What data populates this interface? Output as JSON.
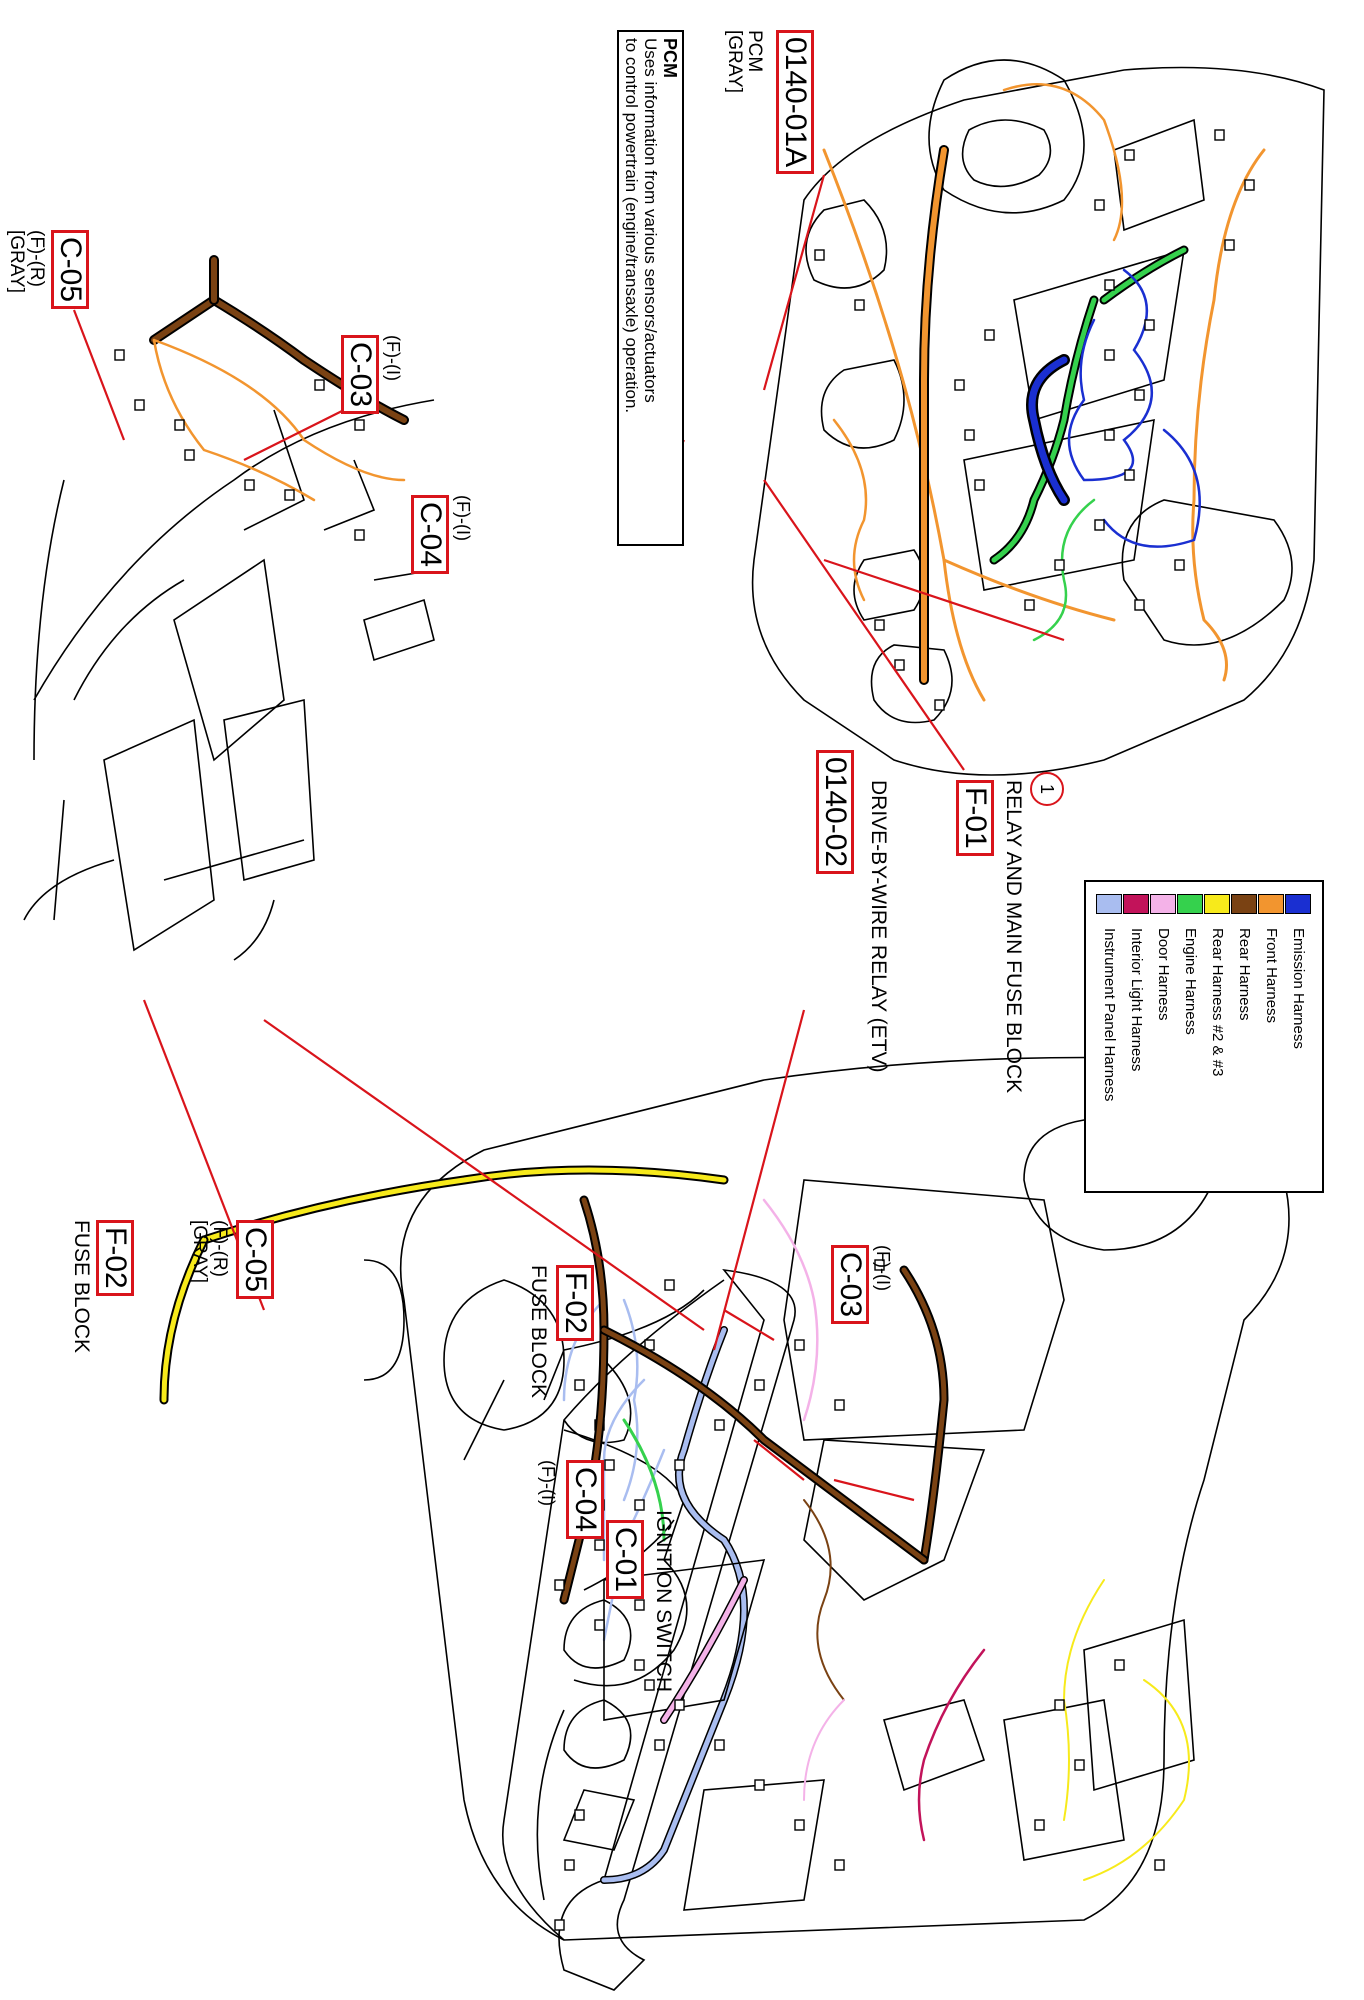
{
  "connectors": {
    "pcm_main": {
      "code": "0140-01A",
      "lines": [
        "PCM",
        "[GRAY]"
      ]
    },
    "pcm_note": {
      "title": "PCM",
      "text_1": "Uses information from various sensors/actuators",
      "text_2": "to control powertrain (engine/transaxle) operation."
    },
    "c03_top": {
      "code": "C-03",
      "suffix": "(F)-(I)"
    },
    "c04_top": {
      "code": "C-04",
      "suffix": "(F)-(I)"
    },
    "c05_top": {
      "code": "C-05",
      "lines": [
        "(F)-(R)",
        "[GRAY]"
      ]
    },
    "f01": {
      "code": "F-01",
      "desc": "RELAY AND MAIN FUSE BLOCK"
    },
    "etv": {
      "code": "0140-02",
      "desc": "DRIVE-BY-WIRE RELAY (ETV)"
    },
    "callout": {
      "number": "1"
    },
    "c05_bottom": {
      "code": "C-05",
      "lines": [
        "(F)-(R)",
        "[GRAY]"
      ]
    },
    "f02_bottom": {
      "code": "F-02",
      "desc": "FUSE BLOCK"
    },
    "c03_panel": {
      "code": "C-03",
      "suffix": "(F)-(I)"
    },
    "f02_panel": {
      "code": "F-02",
      "desc": "FUSE BLOCK"
    },
    "c04_panel": {
      "code": "C-04",
      "suffix": "(F)-(I)"
    },
    "c01_panel": {
      "code": "C-01",
      "desc": "IGNITION SWITCH"
    }
  },
  "legend": [
    {
      "label": "Emission Harness",
      "color": "#1a2fd1"
    },
    {
      "label": "Front Harness",
      "color": "#f2952f"
    },
    {
      "label": "Rear Harness",
      "color": "#7a4213"
    },
    {
      "label": "Rear Harness #2 & #3",
      "color": "#f7ea1b"
    },
    {
      "label": "Engine Harness",
      "color": "#35d14d"
    },
    {
      "label": "Door Harness",
      "color": "#f4b2e8"
    },
    {
      "label": "Interior Light Harness",
      "color": "#c2135a"
    },
    {
      "label": "Instrument Panel Harness",
      "color": "#a9bdf0"
    }
  ]
}
